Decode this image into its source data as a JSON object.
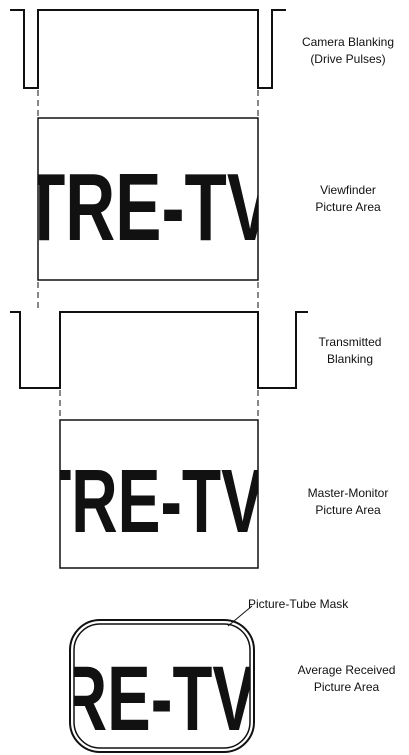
{
  "colors": {
    "ink": "#111111",
    "paper": "#ffffff"
  },
  "camera_blanking": {
    "line1": "Camera Blanking",
    "line2": "(Drive Pulses)"
  },
  "viewfinder": {
    "text": "TRE-TV",
    "label_line1": "Viewfinder",
    "label_line2": "Picture Area"
  },
  "transmitted_blanking": {
    "line1": "Transmitted",
    "line2": "Blanking"
  },
  "master_monitor": {
    "text": "TRE-TV",
    "label_line1": "Master-Monitor",
    "label_line2": "Picture Area"
  },
  "received": {
    "mask_label": "Picture-Tube Mask",
    "text": "RE-TV",
    "label_line1": "Average Received",
    "label_line2": "Picture Area"
  }
}
